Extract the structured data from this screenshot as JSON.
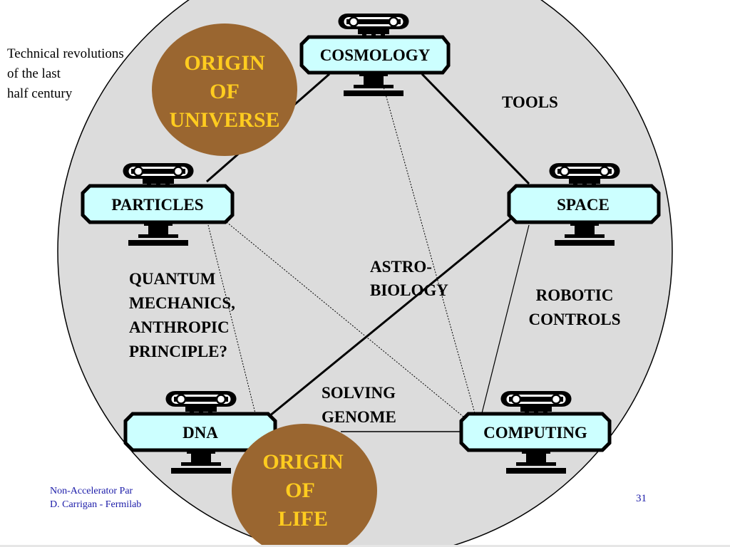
{
  "caption": {
    "line1": "Technical revolutions",
    "line2": "of the last",
    "line3": "half century"
  },
  "pillars": [
    {
      "id": "cosmology",
      "label": "COSMOLOGY"
    },
    {
      "id": "particles",
      "label": "PARTICLES"
    },
    {
      "id": "space",
      "label": "SPACE"
    },
    {
      "id": "dna",
      "label": "DNA"
    },
    {
      "id": "computing",
      "label": "COMPUTING"
    }
  ],
  "areas": {
    "tools": [
      "TOOLS"
    ],
    "astro_biology": [
      "ASTRO-",
      "BIOLOGY"
    ],
    "robotic_controls": [
      "ROBOTIC",
      "CONTROLS"
    ],
    "quantum": [
      "QUANTUM",
      "MECHANICS,",
      "ANTHROPIC",
      "PRINCIPLE?"
    ],
    "genome": [
      "SOLVING",
      "GENOME"
    ]
  },
  "origins": {
    "universe": [
      "ORIGIN",
      "OF",
      "UNIVERSE"
    ],
    "life": [
      "ORIGIN",
      "OF",
      "LIFE"
    ]
  },
  "footer": {
    "line1": "Non-Accelerator Par",
    "line2": "D. Carrigan - Fermilab",
    "page_number": "31"
  },
  "colors": {
    "big_circle": "#dcdcdc",
    "pillar_fill": "#ccffff",
    "origin_circle": "#9a6630",
    "origin_text": "#ffcc1f",
    "footer_text": "#1a1aa8"
  },
  "icons": {
    "pillar": "ionic-column-icon"
  }
}
